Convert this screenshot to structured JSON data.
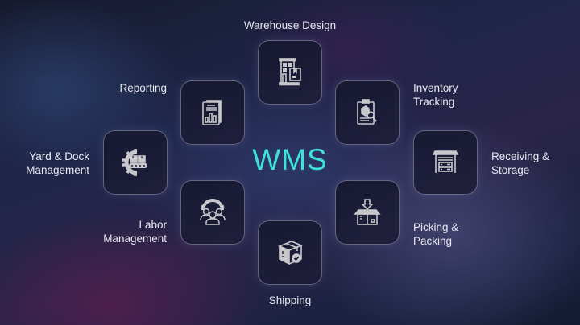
{
  "diagram": {
    "center_title": "WMS",
    "center_color": "#3ee0d8",
    "node_border_color": "#bebed7",
    "label_color": "#e8e8f0",
    "nodes": [
      {
        "id": "warehouse-design",
        "icon": "warehouse-building-icon",
        "lines": [
          "Warehouse Design"
        ]
      },
      {
        "id": "inventory-tracking",
        "icon": "clipboard-search-icon",
        "lines": [
          "Inventory",
          "Tracking"
        ]
      },
      {
        "id": "receiving-storage",
        "icon": "garage-storage-icon",
        "lines": [
          "Receiving &",
          "Storage"
        ]
      },
      {
        "id": "picking-packing",
        "icon": "box-arrow-down-icon",
        "lines": [
          "Picking &",
          "Packing"
        ]
      },
      {
        "id": "shipping",
        "icon": "package-check-icon",
        "lines": [
          "Shipping"
        ]
      },
      {
        "id": "labor-management",
        "icon": "team-gear-icon",
        "lines": [
          "Labor",
          "Management"
        ]
      },
      {
        "id": "yard-dock-management",
        "icon": "conveyor-gear-icon",
        "lines": [
          "Yard & Dock",
          "Management"
        ]
      },
      {
        "id": "reporting",
        "icon": "report-chart-icon",
        "lines": [
          "Reporting"
        ]
      }
    ]
  }
}
